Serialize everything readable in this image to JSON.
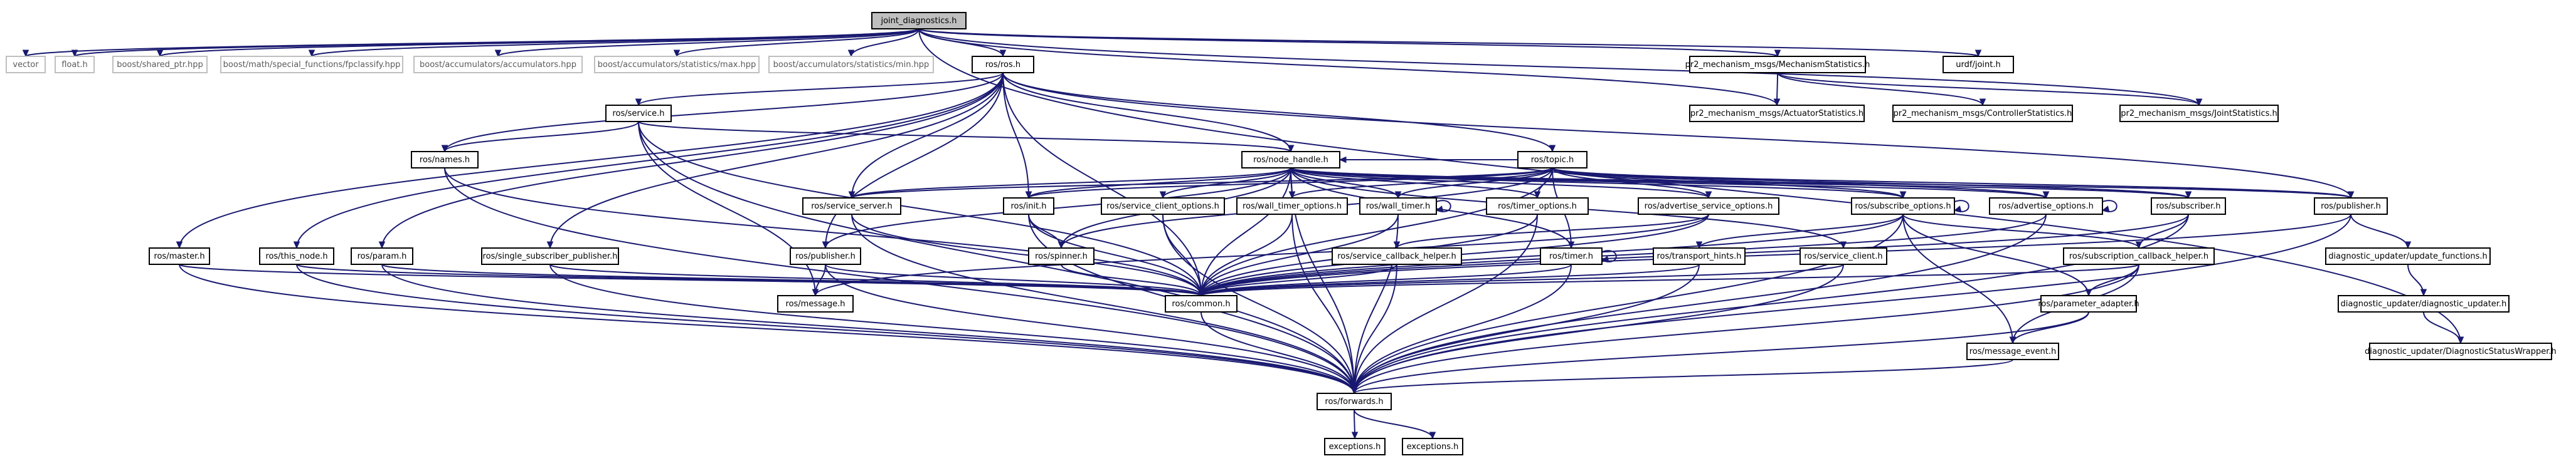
{
  "graph": {
    "colors": {
      "edge": "#191970",
      "root_fill": "#bfbfbf",
      "node_border": "#000000",
      "external_border": "#bfbfbf"
    },
    "nodes": [
      {
        "id": "jd",
        "label": "joint_diagnostics.h",
        "kind": "root"
      },
      {
        "id": "vector",
        "label": "vector",
        "kind": "ext"
      },
      {
        "id": "float",
        "label": "float.h",
        "kind": "ext"
      },
      {
        "id": "shptr",
        "label": "boost/shared_ptr.hpp",
        "kind": "ext"
      },
      {
        "id": "fpclass",
        "label": "boost/math/special_functions/fpclassify.hpp",
        "kind": "ext"
      },
      {
        "id": "acc",
        "label": "boost/accumulators/accumulators.hpp",
        "kind": "ext"
      },
      {
        "id": "accmax",
        "label": "boost/accumulators/statistics/max.hpp",
        "kind": "ext"
      },
      {
        "id": "accmin",
        "label": "boost/accumulators/statistics/min.hpp",
        "kind": "ext"
      },
      {
        "id": "rosh",
        "label": "ros/ros.h",
        "kind": "node"
      },
      {
        "id": "mechstat",
        "label": "pr2_mechanism_msgs/MechanismStatistics.h",
        "kind": "node"
      },
      {
        "id": "urdf",
        "label": "urdf/joint.h",
        "kind": "node"
      },
      {
        "id": "actstat",
        "label": "pr2_mechanism_msgs/ActuatorStatistics.h",
        "kind": "node"
      },
      {
        "id": "ctrlstat",
        "label": "pr2_mechanism_msgs/ControllerStatistics.h",
        "kind": "node"
      },
      {
        "id": "jointstat",
        "label": "pr2_mechanism_msgs/JointStatistics.h",
        "kind": "node"
      },
      {
        "id": "service",
        "label": "ros/service.h",
        "kind": "node"
      },
      {
        "id": "names",
        "label": "ros/names.h",
        "kind": "node"
      },
      {
        "id": "nodehandle",
        "label": "ros/node_handle.h",
        "kind": "node"
      },
      {
        "id": "topic",
        "label": "ros/topic.h",
        "kind": "node"
      },
      {
        "id": "srvserver",
        "label": "ros/service_server.h",
        "kind": "node"
      },
      {
        "id": "init",
        "label": "ros/init.h",
        "kind": "node"
      },
      {
        "id": "scopts",
        "label": "ros/service_client_options.h",
        "kind": "node"
      },
      {
        "id": "wtopts",
        "label": "ros/wall_timer_options.h",
        "kind": "node"
      },
      {
        "id": "walltimer",
        "label": "ros/wall_timer.h",
        "kind": "node"
      },
      {
        "id": "topts",
        "label": "ros/timer_options.h",
        "kind": "node"
      },
      {
        "id": "asopts",
        "label": "ros/advertise_service_options.h",
        "kind": "node"
      },
      {
        "id": "subopts",
        "label": "ros/subscribe_options.h",
        "kind": "node"
      },
      {
        "id": "advopts",
        "label": "ros/advertise_options.h",
        "kind": "node"
      },
      {
        "id": "subscriber",
        "label": "ros/subscriber.h",
        "kind": "node"
      },
      {
        "id": "publisher2",
        "label": "ros/publisher.h",
        "kind": "node"
      },
      {
        "id": "master",
        "label": "ros/master.h",
        "kind": "node"
      },
      {
        "id": "thisnode",
        "label": "ros/this_node.h",
        "kind": "node"
      },
      {
        "id": "param",
        "label": "ros/param.h",
        "kind": "node"
      },
      {
        "id": "ssp",
        "label": "ros/single_subscriber_publisher.h",
        "kind": "node"
      },
      {
        "id": "publisher",
        "label": "ros/publisher.h",
        "kind": "node"
      },
      {
        "id": "spinner",
        "label": "ros/spinner.h",
        "kind": "node"
      },
      {
        "id": "scbhelper",
        "label": "ros/service_callback_helper.h",
        "kind": "node"
      },
      {
        "id": "timer",
        "label": "ros/timer.h",
        "kind": "node"
      },
      {
        "id": "transport",
        "label": "ros/transport_hints.h",
        "kind": "node"
      },
      {
        "id": "srvclient",
        "label": "ros/service_client.h",
        "kind": "node"
      },
      {
        "id": "subcbhelper",
        "label": "ros/subscription_callback_helper.h",
        "kind": "node"
      },
      {
        "id": "updfunc",
        "label": "diagnostic_updater/update_functions.h",
        "kind": "node"
      },
      {
        "id": "updater",
        "label": "diagnostic_updater/diagnostic_updater.h",
        "kind": "node"
      },
      {
        "id": "dswrap",
        "label": "diagnostic_updater/DiagnosticStatusWrapper.h",
        "kind": "node"
      },
      {
        "id": "message",
        "label": "ros/message.h",
        "kind": "node"
      },
      {
        "id": "common",
        "label": "ros/common.h",
        "kind": "node"
      },
      {
        "id": "padapter",
        "label": "ros/parameter_adapter.h",
        "kind": "node"
      },
      {
        "id": "msgevent",
        "label": "ros/message_event.h",
        "kind": "node"
      },
      {
        "id": "forwards",
        "label": "ros/forwards.h",
        "kind": "node"
      },
      {
        "id": "exc1",
        "label": "exceptions.h",
        "kind": "node"
      },
      {
        "id": "exc2",
        "label": "exceptions.h",
        "kind": "node"
      }
    ],
    "edges": [
      [
        "jd",
        "vector"
      ],
      [
        "jd",
        "float"
      ],
      [
        "jd",
        "shptr"
      ],
      [
        "jd",
        "fpclass"
      ],
      [
        "jd",
        "acc"
      ],
      [
        "jd",
        "accmax"
      ],
      [
        "jd",
        "accmin"
      ],
      [
        "jd",
        "rosh"
      ],
      [
        "jd",
        "mechstat"
      ],
      [
        "jd",
        "urdf"
      ],
      [
        "jd",
        "actstat"
      ],
      [
        "jd",
        "jointstat"
      ],
      [
        "jd",
        "dswrap"
      ],
      [
        "mechstat",
        "actstat"
      ],
      [
        "mechstat",
        "ctrlstat"
      ],
      [
        "mechstat",
        "jointstat"
      ],
      [
        "rosh",
        "service"
      ],
      [
        "rosh",
        "names"
      ],
      [
        "rosh",
        "nodehandle"
      ],
      [
        "rosh",
        "topic"
      ],
      [
        "rosh",
        "srvserver"
      ],
      [
        "rosh",
        "init"
      ],
      [
        "rosh",
        "master"
      ],
      [
        "rosh",
        "thisnode"
      ],
      [
        "rosh",
        "param"
      ],
      [
        "rosh",
        "ssp"
      ],
      [
        "rosh",
        "publisher"
      ],
      [
        "rosh",
        "common"
      ],
      [
        "rosh",
        "publisher2"
      ],
      [
        "service",
        "names"
      ],
      [
        "service",
        "nodehandle"
      ],
      [
        "service",
        "common"
      ],
      [
        "service",
        "message"
      ],
      [
        "service",
        "forwards"
      ],
      [
        "names",
        "forwards"
      ],
      [
        "names",
        "common"
      ],
      [
        "nodehandle",
        "srvserver"
      ],
      [
        "nodehandle",
        "init"
      ],
      [
        "nodehandle",
        "scopts"
      ],
      [
        "nodehandle",
        "wtopts"
      ],
      [
        "nodehandle",
        "walltimer"
      ],
      [
        "nodehandle",
        "topts"
      ],
      [
        "nodehandle",
        "asopts"
      ],
      [
        "nodehandle",
        "subopts"
      ],
      [
        "nodehandle",
        "advopts"
      ],
      [
        "nodehandle",
        "subscriber"
      ],
      [
        "nodehandle",
        "publisher2"
      ],
      [
        "nodehandle",
        "publisher"
      ],
      [
        "nodehandle",
        "spinner"
      ],
      [
        "nodehandle",
        "timer"
      ],
      [
        "nodehandle",
        "srvclient"
      ],
      [
        "nodehandle",
        "forwards"
      ],
      [
        "nodehandle",
        "common"
      ],
      [
        "topic",
        "nodehandle"
      ],
      [
        "topic",
        "common"
      ],
      [
        "topic",
        "subopts"
      ],
      [
        "topic",
        "srvserver"
      ],
      [
        "topic",
        "init"
      ],
      [
        "topic",
        "spinner"
      ],
      [
        "topic",
        "walltimer"
      ],
      [
        "topic",
        "wtopts"
      ],
      [
        "topic",
        "topts"
      ],
      [
        "topic",
        "timer"
      ],
      [
        "topic",
        "advopts"
      ],
      [
        "topic",
        "asopts"
      ],
      [
        "topic",
        "subscriber"
      ],
      [
        "topic",
        "publisher2"
      ],
      [
        "srvserver",
        "common"
      ],
      [
        "srvserver",
        "forwards"
      ],
      [
        "init",
        "forwards"
      ],
      [
        "init",
        "spinner"
      ],
      [
        "init",
        "common"
      ],
      [
        "scopts",
        "common"
      ],
      [
        "scopts",
        "forwards"
      ],
      [
        "wtopts",
        "common"
      ],
      [
        "wtopts",
        "forwards"
      ],
      [
        "walltimer",
        "common"
      ],
      [
        "walltimer",
        "forwards"
      ],
      [
        "walltimer",
        "walltimer"
      ],
      [
        "topts",
        "common"
      ],
      [
        "topts",
        "forwards"
      ],
      [
        "asopts",
        "common"
      ],
      [
        "asopts",
        "scbhelper"
      ],
      [
        "asopts",
        "message"
      ],
      [
        "subopts",
        "common"
      ],
      [
        "subopts",
        "transport"
      ],
      [
        "subopts",
        "subcbhelper"
      ],
      [
        "subopts",
        "msgevent"
      ],
      [
        "subopts",
        "forwards"
      ],
      [
        "subopts",
        "padapter"
      ],
      [
        "subopts",
        "subopts"
      ],
      [
        "advopts",
        "common"
      ],
      [
        "advopts",
        "forwards"
      ],
      [
        "advopts",
        "advopts"
      ],
      [
        "subscriber",
        "common"
      ],
      [
        "subscriber",
        "forwards"
      ],
      [
        "subscriber",
        "subcbhelper"
      ],
      [
        "publisher2",
        "updfunc"
      ],
      [
        "publisher2",
        "common"
      ],
      [
        "publisher2",
        "forwards"
      ],
      [
        "master",
        "forwards"
      ],
      [
        "master",
        "common"
      ],
      [
        "thisnode",
        "forwards"
      ],
      [
        "thisnode",
        "common"
      ],
      [
        "param",
        "forwards"
      ],
      [
        "param",
        "common"
      ],
      [
        "ssp",
        "forwards"
      ],
      [
        "ssp",
        "common"
      ],
      [
        "publisher",
        "forwards"
      ],
      [
        "publisher",
        "common"
      ],
      [
        "publisher",
        "message"
      ],
      [
        "spinner",
        "common"
      ],
      [
        "scbhelper",
        "common"
      ],
      [
        "scbhelper",
        "forwards"
      ],
      [
        "timer",
        "common"
      ],
      [
        "timer",
        "forwards"
      ],
      [
        "timer",
        "timer"
      ],
      [
        "transport",
        "common"
      ],
      [
        "transport",
        "forwards"
      ],
      [
        "srvclient",
        "common"
      ],
      [
        "srvclient",
        "forwards"
      ],
      [
        "subcbhelper",
        "common"
      ],
      [
        "subcbhelper",
        "padapter"
      ],
      [
        "subcbhelper",
        "msgevent"
      ],
      [
        "subcbhelper",
        "forwards"
      ],
      [
        "updfunc",
        "updater"
      ],
      [
        "updater",
        "dswrap"
      ],
      [
        "common",
        "forwards"
      ],
      [
        "padapter",
        "msgevent"
      ],
      [
        "padapter",
        "forwards"
      ],
      [
        "msgevent",
        "forwards"
      ],
      [
        "forwards",
        "exc1"
      ],
      [
        "forwards",
        "exc2"
      ]
    ]
  }
}
